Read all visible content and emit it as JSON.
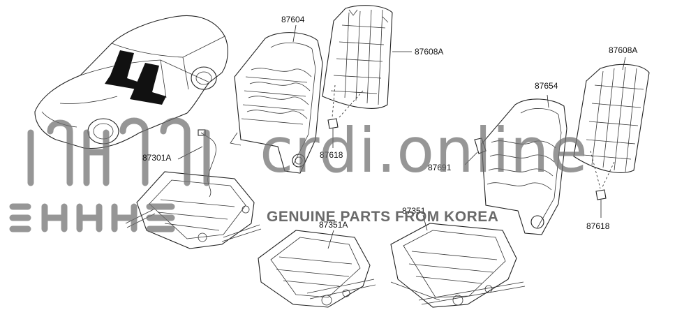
{
  "part_labels": {
    "p87604": "87604",
    "p87608A_top": "87608A",
    "p87608A_right": "87608A",
    "p87654": "87654",
    "p87618_center": "87618",
    "p87618_right": "87618",
    "p87691": "87691",
    "p87301A": "87301A",
    "p87351A": "87351A",
    "p87351": "87351"
  },
  "watermark": {
    "brand": "crdi.online",
    "tagline": "GENUINE PARTS FROM KOREA"
  },
  "colors": {
    "line": "#222222",
    "watermark": "#6e6e6e",
    "background": "#ffffff"
  }
}
